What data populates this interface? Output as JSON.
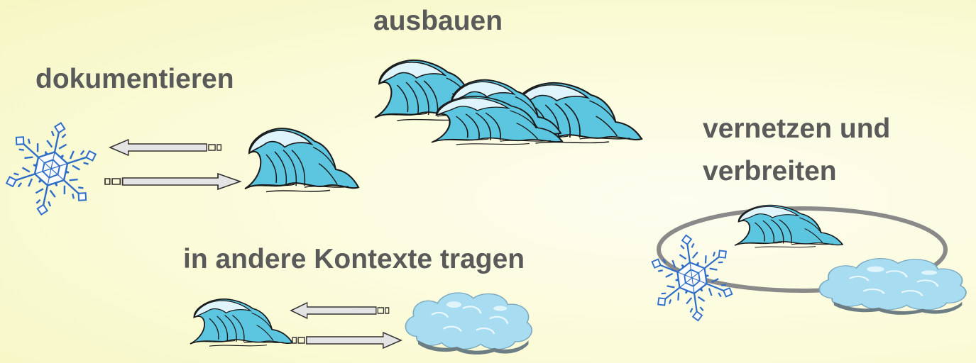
{
  "labels": {
    "ausbauen": "ausbauen",
    "dokumentieren": "dokumentieren",
    "vernetzen_line1": "vernetzen und",
    "vernetzen_line2": "verbreiten",
    "kontexte": "in andere Kontexte tragen"
  },
  "icons": {
    "wave": "wave-icon",
    "snowflake": "snowflake-icon",
    "cloud": "cloud-icon",
    "arrow": "arrow-icon",
    "ring": "ring-icon"
  },
  "colors": {
    "background": "#fbfbd8",
    "text": "#5a5a5a",
    "wave_fill": "#5cc6e0",
    "wave_dark": "#1a1a1a",
    "snowflake": "#2f6ec8",
    "cloud": "#a8dcf0",
    "arrow_fill": "#e4e4e4",
    "ring": "#8a8a8a"
  }
}
